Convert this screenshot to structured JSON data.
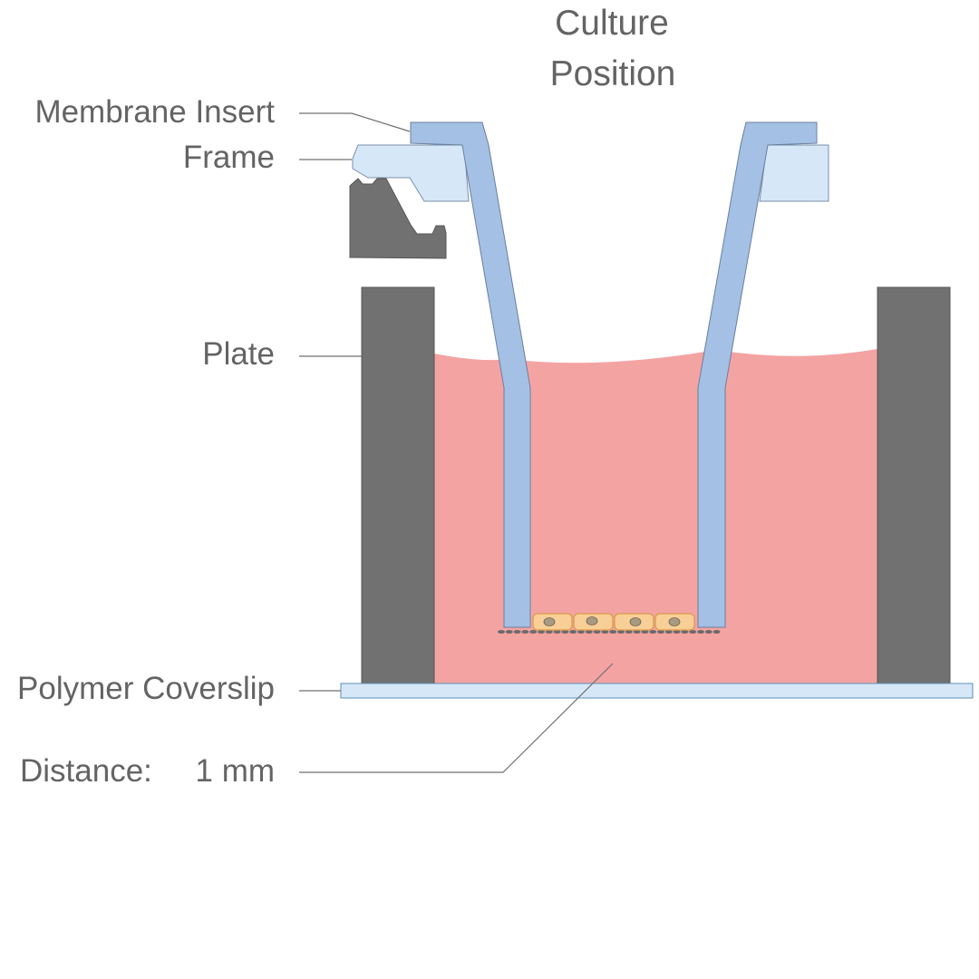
{
  "title": {
    "line1": "Culture",
    "line2": "Position"
  },
  "labels": {
    "membrane_insert": "Membrane Insert",
    "frame": "Frame",
    "plate": "Plate",
    "polymer_coverslip": "Polymer Coverslip",
    "distance_prefix": "Distance:",
    "distance_value": "1 mm"
  },
  "colors": {
    "plate": "#717171",
    "medium": "#f4a3a3",
    "insert": "#a4c0e4",
    "frame": "#d6e7f7",
    "coverslip": "#d6e8f8",
    "cell_fill": "#f8cf96",
    "cell_stroke": "#d99a4a",
    "nucleus": "#a89a82",
    "text": "#646464"
  }
}
